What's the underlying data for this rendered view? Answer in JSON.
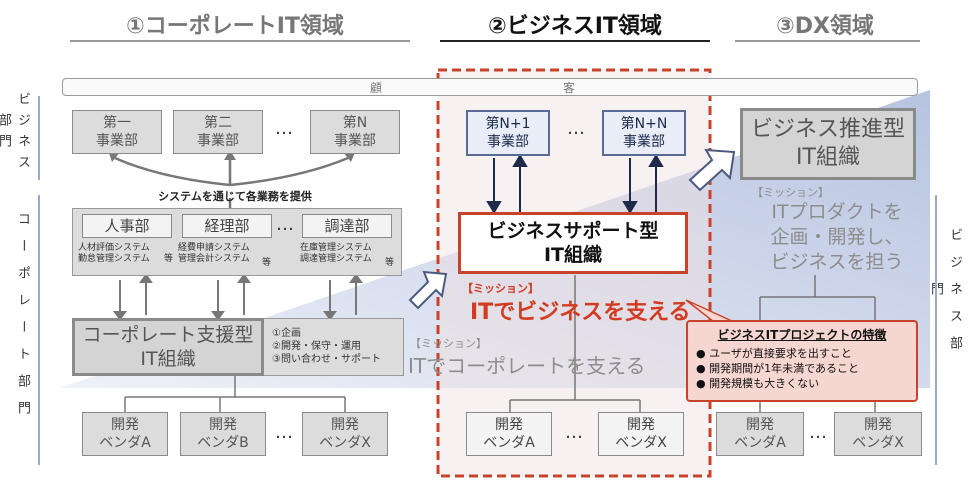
{
  "sections": {
    "corporate": {
      "title": "①コーポレートIT領域"
    },
    "business": {
      "title": "②ビジネスIT領域"
    },
    "dx": {
      "title": "③DX領域"
    }
  },
  "customer_bar": {
    "left": "顧",
    "right": "客"
  },
  "side_labels": {
    "left_business": "ビジネス部門",
    "left_corporate": "コーポレート部門",
    "right_business": "ビジネス部門"
  },
  "corporate": {
    "departments": [
      "第一\n事業部",
      "第二\n事業部",
      "第N\n事業部"
    ],
    "dots": "…",
    "provide_caption": "システムを通じて各業務を提供",
    "admin_depts": [
      {
        "name": "人事部",
        "systems": "人材評価システム\n勤怠管理システム",
        "etc": "等"
      },
      {
        "name": "経理部",
        "systems": "経費申請システム\n管理会計システム",
        "etc": "等"
      },
      {
        "name": "調達部",
        "systems": "在庫管理システム\n調達管理システム",
        "etc": "等"
      }
    ],
    "org": "コーポレート支援型\nIT組織",
    "org_notes": "①企画\n②開発・保守・運用\n③問い合わせ・サポート",
    "mission_label": "【ミッション】",
    "mission": "ITでコーポレートを支える",
    "vendors": [
      "開発\nベンダA",
      "開発\nベンダB",
      "開発\nベンダX"
    ]
  },
  "business": {
    "departments": [
      "第N+1\n事業部",
      "第N+N\n事業部"
    ],
    "dots": "…",
    "org": "ビジネスサポート型\nIT組織",
    "mission_label": "【ミッション】",
    "mission": "ITでビジネスを支える",
    "vendors": [
      "開発\nベンダA",
      "開発\nベンダX"
    ],
    "feature_box": {
      "title": "ビジネスITプロジェクトの特徴",
      "items": [
        "ユーザが直接要求を出すこと",
        "開発期間が1年未満であること",
        "開発規模も大きくない"
      ]
    }
  },
  "dx": {
    "org": "ビジネス推進型\nIT組織",
    "mission_label": "【ミッション】",
    "mission": "ITプロダクトを\n企画・開発し、\nビジネスを担う",
    "vendors": [
      "開発\nベンダA",
      "開発\nベンダX"
    ]
  }
}
